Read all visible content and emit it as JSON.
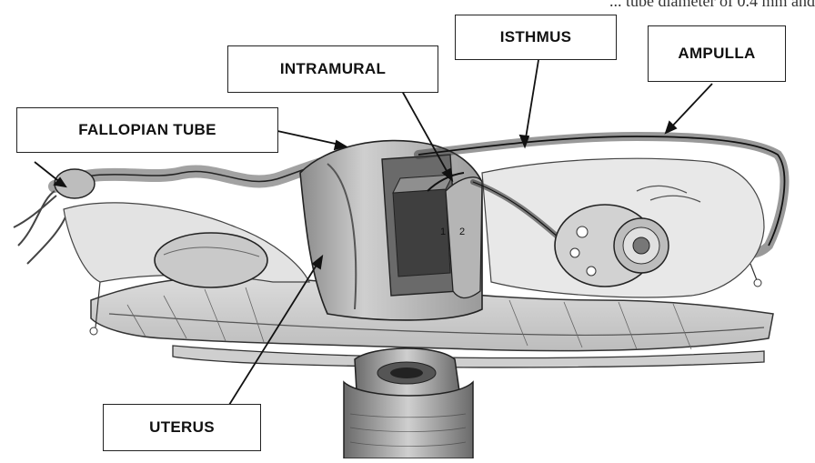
{
  "caption_fragment": "... tube diameter of 0.4 mm and",
  "labels": {
    "fallopian_tube": "FALLOPIAN TUBE",
    "intramural": "INTRAMURAL",
    "isthmus": "ISTHMUS",
    "ampulla": "AMPULLA",
    "uterus": "UTERUS"
  },
  "marks": {
    "segment_1": "1",
    "segment_2": "2"
  },
  "colors": {
    "ink": "#1a1a1a",
    "tissue_light": "#d6d6d6",
    "tissue_mid": "#a9a9a9",
    "tissue_dark": "#4a4a4a"
  }
}
